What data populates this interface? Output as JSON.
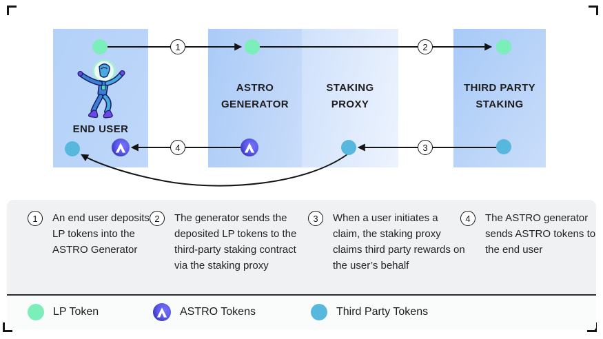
{
  "diagram": {
    "boxes": [
      {
        "id": "end-user",
        "lines": [
          "END USER"
        ]
      },
      {
        "id": "astro-generator",
        "lines": [
          "ASTRO",
          "GENERATOR"
        ]
      },
      {
        "id": "staking-proxy",
        "lines": [
          "STAKING",
          "PROXY"
        ]
      },
      {
        "id": "third-party-staking",
        "lines": [
          "THIRD PARTY",
          "STAKING"
        ]
      }
    ]
  },
  "steps": [
    {
      "number": "1",
      "text": "An end user deposits LP tokens into the ASTRO Generator"
    },
    {
      "number": "2",
      "text": "The generator sends the deposited LP tokens to the third-party staking contract via the staking proxy"
    },
    {
      "number": "3",
      "text": "When a user initiates a claim, the staking proxy claims third party rewards on the user’s behalf"
    },
    {
      "number": "4",
      "text": "The ASTRO generator sends  ASTRO tokens to the end user"
    }
  ],
  "legend": [
    {
      "icon": "lp-token-dot",
      "label": "LP Token",
      "color": "#7beeb9"
    },
    {
      "icon": "astro-token-icon",
      "label": "ASTRO Tokens",
      "color": "#5b59ea"
    },
    {
      "icon": "third-party-token-dot",
      "label": "Third Party Tokens",
      "color": "#58b7dc"
    }
  ],
  "colors": {
    "lp_token": "#7beeb9",
    "third_party_token": "#58b7dc",
    "astro_token": "#5b59ea",
    "astro_token_dark": "#1d2468",
    "box_blue_strong": "#a7caf7",
    "box_blue_light": "#edf3fe",
    "arrow": "#141414",
    "steps_background": "#f0f1f2",
    "legend_background": "#fafbfb",
    "divider": "#2c2c2c"
  }
}
